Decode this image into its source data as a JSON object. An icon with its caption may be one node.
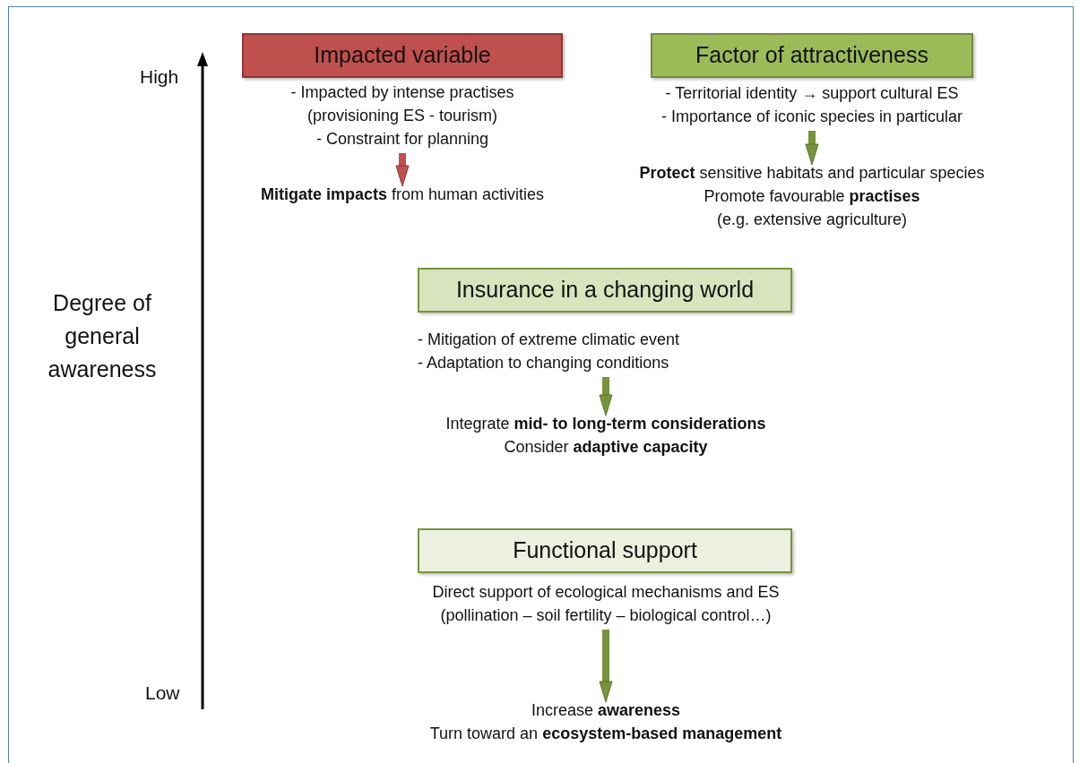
{
  "diagram": {
    "nodes": [
      {
        "text": [
          "Impacted variable"
        ]
      },
      {
        "text": [
          "- Impacted by intense practises (provisioning ES - tourism)",
          "- Constraint for planning"
        ]
      },
      {
        "text": [
          "**Mitigate impacts** from human activities"
        ]
      },
      {
        "text": [
          "Factor of attractiveness"
        ]
      },
      {
        "text": [
          "- Territorial identity → support cultural ES",
          "- Importance of iconic species in particular"
        ]
      },
      {
        "text": [
          "**Protect** sensitive habitats and particular species",
          "Promote favourable **practises**",
          "(e.g. extensive agriculture)"
        ]
      },
      {
        "text": [
          "Insurance in a changing world"
        ]
      },
      {
        "text": [
          "- Mitigation of extreme climatic event",
          "- Adaptation to changing conditions"
        ]
      },
      {
        "text": [
          "Integrate **mid- to long-term considerations**",
          "Consider **adaptive capacity**"
        ]
      },
      {
        "text": [
          "Functional support"
        ]
      },
      {
        "text": [
          "Direct support of ecological mechanisms and ES (pollination – soil fertility – biological control…)"
        ]
      },
      {
        "text": [
          "Increase **awareness**",
          "Turn toward an **ecosystem-based management**"
        ]
      }
    ],
    "edges": [
      {
        "from": 1,
        "to": 2,
        "arrow": "to",
        "color": "#c0504d"
      },
      {
        "from": 4,
        "to": 5,
        "arrow": "to"
      },
      {
        "from": 7,
        "to": 8,
        "arrow": "to"
      },
      {
        "from": 10,
        "to": 11,
        "arrow": "to"
      }
    ],
    "labels": [
      "High",
      "Degree of general awareness",
      "Low"
    ]
  }
}
